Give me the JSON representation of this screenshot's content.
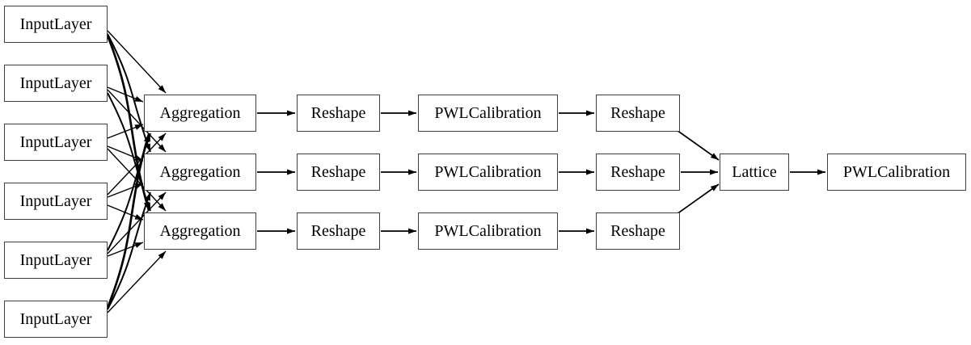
{
  "diagram": {
    "type": "model-architecture-graph",
    "background_color": "#ffffff",
    "node_fill_color": "#ffffff",
    "node_border_color": "#3f3f3f",
    "text_color": "#000000",
    "edge_color": "#000000",
    "nodes": [
      {
        "id": "input-1",
        "label": "InputLayer"
      },
      {
        "id": "input-2",
        "label": "InputLayer"
      },
      {
        "id": "input-3",
        "label": "InputLayer"
      },
      {
        "id": "input-4",
        "label": "InputLayer"
      },
      {
        "id": "input-5",
        "label": "InputLayer"
      },
      {
        "id": "input-6",
        "label": "InputLayer"
      },
      {
        "id": "agg-1",
        "label": "Aggregation"
      },
      {
        "id": "agg-2",
        "label": "Aggregation"
      },
      {
        "id": "agg-3",
        "label": "Aggregation"
      },
      {
        "id": "reshape-a-1",
        "label": "Reshape"
      },
      {
        "id": "reshape-a-2",
        "label": "Reshape"
      },
      {
        "id": "reshape-a-3",
        "label": "Reshape"
      },
      {
        "id": "pwl-1",
        "label": "PWLCalibration"
      },
      {
        "id": "pwl-2",
        "label": "PWLCalibration"
      },
      {
        "id": "pwl-3",
        "label": "PWLCalibration"
      },
      {
        "id": "reshape-b-1",
        "label": "Reshape"
      },
      {
        "id": "reshape-b-2",
        "label": "Reshape"
      },
      {
        "id": "reshape-b-3",
        "label": "Reshape"
      },
      {
        "id": "lattice",
        "label": "Lattice"
      },
      {
        "id": "pwl-out",
        "label": "PWLCalibration"
      }
    ],
    "edges": [
      {
        "from": "input-1",
        "to": "agg-1"
      },
      {
        "from": "input-1",
        "to": "agg-2"
      },
      {
        "from": "input-1",
        "to": "agg-3"
      },
      {
        "from": "input-2",
        "to": "agg-1"
      },
      {
        "from": "input-2",
        "to": "agg-2"
      },
      {
        "from": "input-2",
        "to": "agg-3"
      },
      {
        "from": "input-3",
        "to": "agg-1"
      },
      {
        "from": "input-3",
        "to": "agg-2"
      },
      {
        "from": "input-3",
        "to": "agg-3"
      },
      {
        "from": "input-4",
        "to": "agg-1"
      },
      {
        "from": "input-4",
        "to": "agg-2"
      },
      {
        "from": "input-4",
        "to": "agg-3"
      },
      {
        "from": "input-5",
        "to": "agg-1"
      },
      {
        "from": "input-5",
        "to": "agg-2"
      },
      {
        "from": "input-5",
        "to": "agg-3"
      },
      {
        "from": "input-6",
        "to": "agg-1"
      },
      {
        "from": "input-6",
        "to": "agg-2"
      },
      {
        "from": "input-6",
        "to": "agg-3"
      },
      {
        "from": "agg-1",
        "to": "reshape-a-1"
      },
      {
        "from": "agg-2",
        "to": "reshape-a-2"
      },
      {
        "from": "agg-3",
        "to": "reshape-a-3"
      },
      {
        "from": "reshape-a-1",
        "to": "pwl-1"
      },
      {
        "from": "reshape-a-2",
        "to": "pwl-2"
      },
      {
        "from": "reshape-a-3",
        "to": "pwl-3"
      },
      {
        "from": "pwl-1",
        "to": "reshape-b-1"
      },
      {
        "from": "pwl-2",
        "to": "reshape-b-2"
      },
      {
        "from": "pwl-3",
        "to": "reshape-b-3"
      },
      {
        "from": "reshape-b-1",
        "to": "lattice"
      },
      {
        "from": "reshape-b-2",
        "to": "lattice"
      },
      {
        "from": "reshape-b-3",
        "to": "lattice"
      },
      {
        "from": "lattice",
        "to": "pwl-out"
      }
    ]
  }
}
